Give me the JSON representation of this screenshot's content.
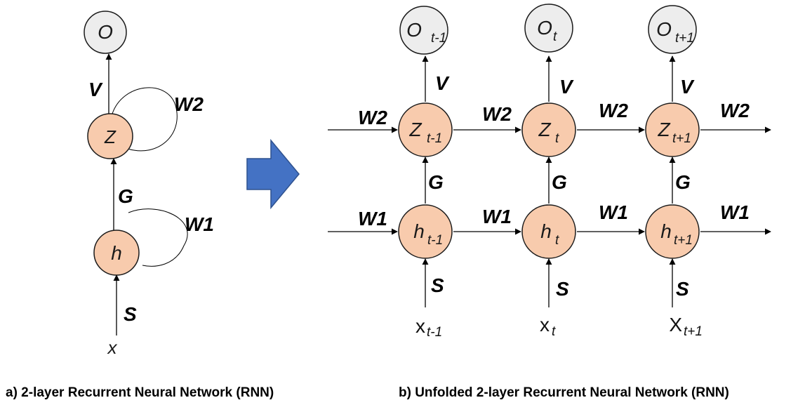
{
  "left": {
    "output": "O",
    "hidden_top": "Z",
    "hidden_bottom": "h",
    "input": "x",
    "labels": {
      "V": "V",
      "W2": "W2",
      "G": "G",
      "W1": "W1",
      "S": "S"
    },
    "caption": "a) 2-layer Recurrent Neural Network (RNN)"
  },
  "right": {
    "columns": [
      {
        "O": "O",
        "O_sub": "t-1",
        "Z": "Z",
        "Z_sub": "t-1",
        "h": "h",
        "h_sub": "t-1",
        "x": "x",
        "x_sub": "t-1"
      },
      {
        "O": "O",
        "O_sub": "t",
        "Z": "Z",
        "Z_sub": "t",
        "h": "h",
        "h_sub": "t",
        "x": "x",
        "x_sub": "t"
      },
      {
        "O": "O",
        "O_sub": "t+1",
        "Z": "Z",
        "Z_sub": "t+1",
        "h": "h",
        "h_sub": "t+1",
        "x": "X",
        "x_sub": "t+1"
      }
    ],
    "labels": {
      "V": "V",
      "G": "G",
      "S": "S",
      "W2": "W2",
      "W1": "W1"
    },
    "caption": "b) Unfolded 2-layer Recurrent Neural Network (RNN)"
  },
  "colors": {
    "hidden_fill": "#f8cbad",
    "output_fill": "#ededed",
    "stroke": "#1a1a1a",
    "arrow_fill": "#4472c4",
    "arrow_stroke": "#2f528f"
  }
}
